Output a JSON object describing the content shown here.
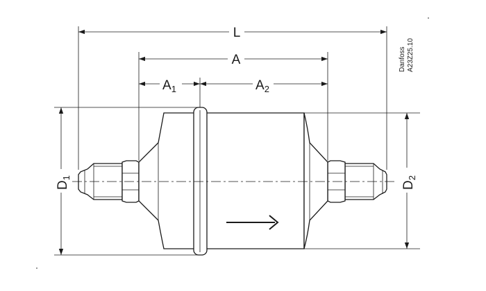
{
  "labels": {
    "L": "L",
    "A": "A",
    "A1_main": "A",
    "A1_sub": "1",
    "A2_main": "A",
    "A2_sub": "2",
    "D1_main": "D",
    "D1_sub": "1",
    "D2_main": "D",
    "D2_sub": "2"
  },
  "brand": {
    "name": "Danfoss",
    "code": "A23Z25.10"
  }
}
